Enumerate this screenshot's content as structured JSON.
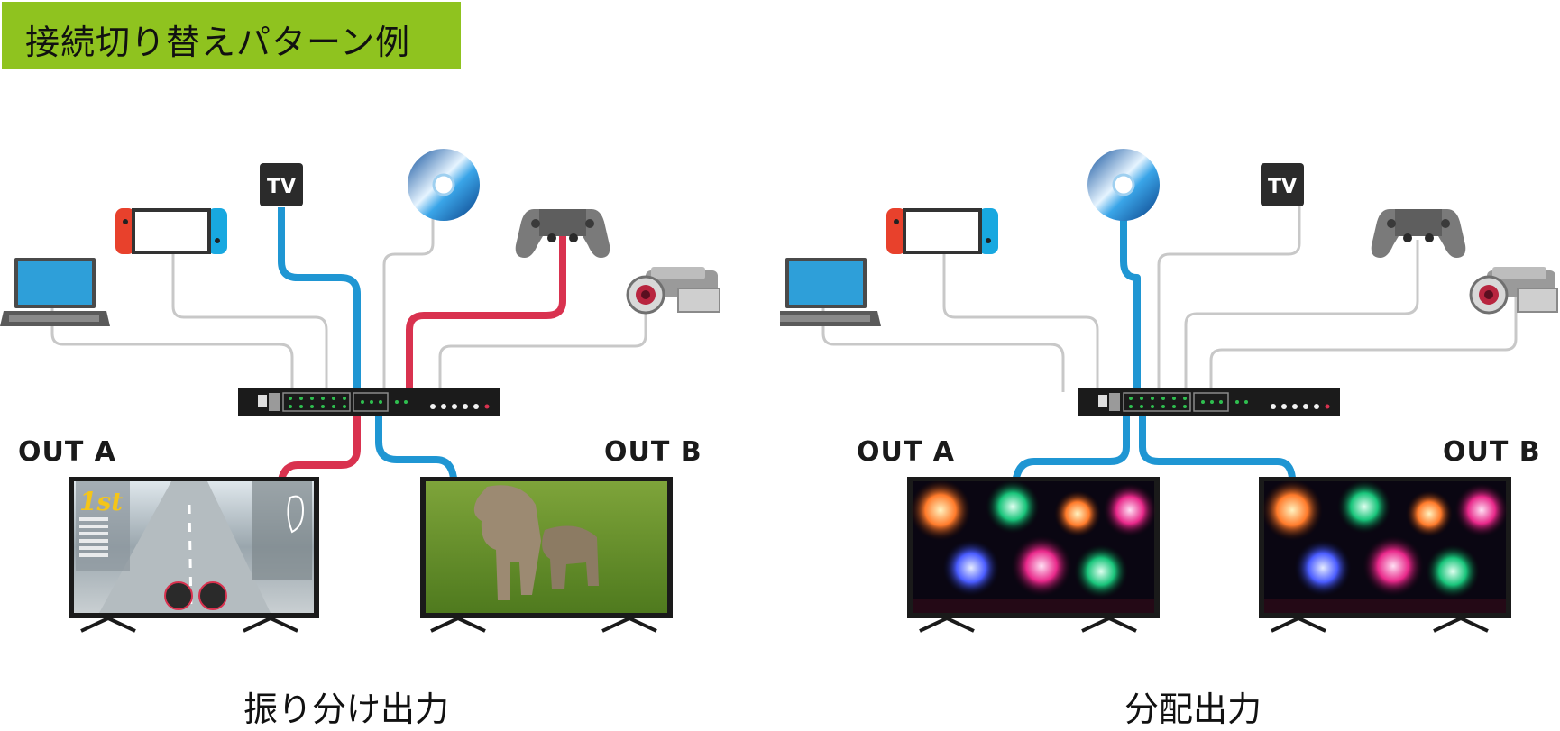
{
  "header": {
    "title": "接続切り替えパターン例"
  },
  "panels": [
    {
      "out_a_label": "OUT A",
      "out_b_label": "OUT B",
      "caption": "振り分け出力",
      "tv_box_label": "TV",
      "screen_a_rank": "1st",
      "screen_a_content": "racing-game",
      "screen_b_content": "elephants"
    },
    {
      "out_a_label": "OUT A",
      "out_b_label": "OUT B",
      "caption": "分配出力",
      "tv_box_label": "TV",
      "screen_a_content": "fireworks",
      "screen_b_content": "fireworks"
    }
  ],
  "colors": {
    "banner": "#8fc31f",
    "cable_gray": "#c8c8c8",
    "cable_blue": "#1f96d3",
    "cable_red": "#d9324f",
    "switcher": "#1b1b1b",
    "led": "#2fbf4f"
  },
  "icons": [
    "laptop-icon",
    "handheld-console-icon",
    "tv-box-icon",
    "disc-icon",
    "gamepad-icon",
    "video-camera-icon",
    "hdmi-switcher-icon",
    "television-icon"
  ]
}
